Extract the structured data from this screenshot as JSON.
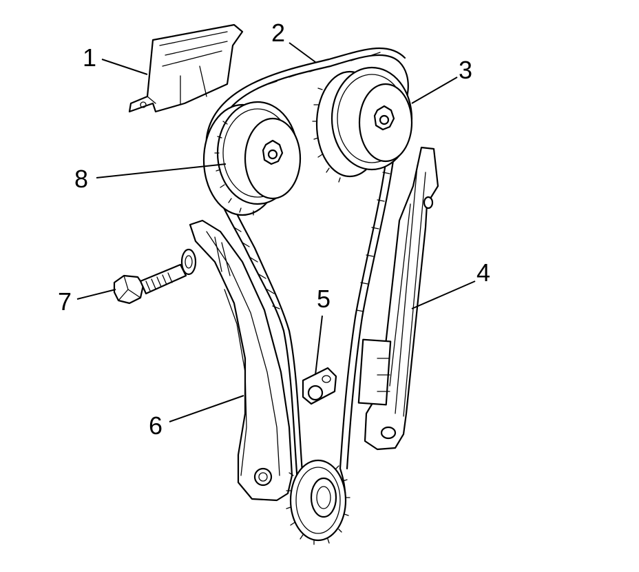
{
  "callouts": [
    {
      "id": "1",
      "label": "1"
    },
    {
      "id": "2",
      "label": "2"
    },
    {
      "id": "3",
      "label": "3"
    },
    {
      "id": "4",
      "label": "4"
    },
    {
      "id": "5",
      "label": "5"
    },
    {
      "id": "6",
      "label": "6"
    },
    {
      "id": "7",
      "label": "7"
    },
    {
      "id": "8",
      "label": "8"
    }
  ],
  "colors": {
    "ink": "#000000",
    "paper": "#ffffff"
  }
}
